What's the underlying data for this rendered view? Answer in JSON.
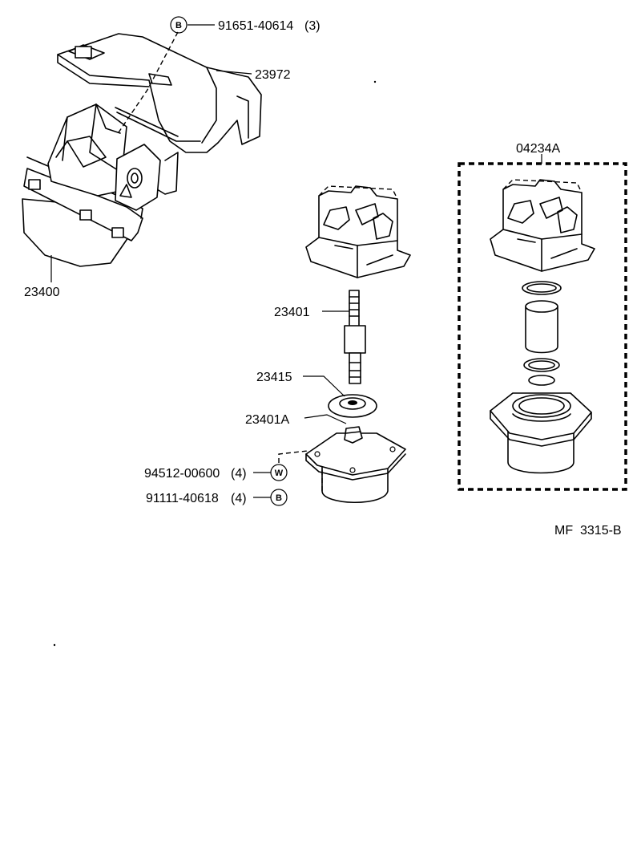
{
  "parts": {
    "p91651": {
      "number": "91651-40614",
      "qty": "(3)",
      "symbol": "B"
    },
    "p23972": {
      "number": "23972"
    },
    "p23400": {
      "number": "23400"
    },
    "p04234A": {
      "number": "04234A"
    },
    "p23401": {
      "number": "23401"
    },
    "p23415": {
      "number": "23415"
    },
    "p23401A": {
      "number": "23401A"
    },
    "p94512": {
      "number": "94512-00600",
      "qty": "(4)",
      "symbol": "W"
    },
    "p91111": {
      "number": "91111-40618",
      "qty": "(4)",
      "symbol": "B"
    }
  },
  "reference": "MF  3315-B",
  "colors": {
    "ink": "#000000",
    "paper": "#ffffff"
  }
}
